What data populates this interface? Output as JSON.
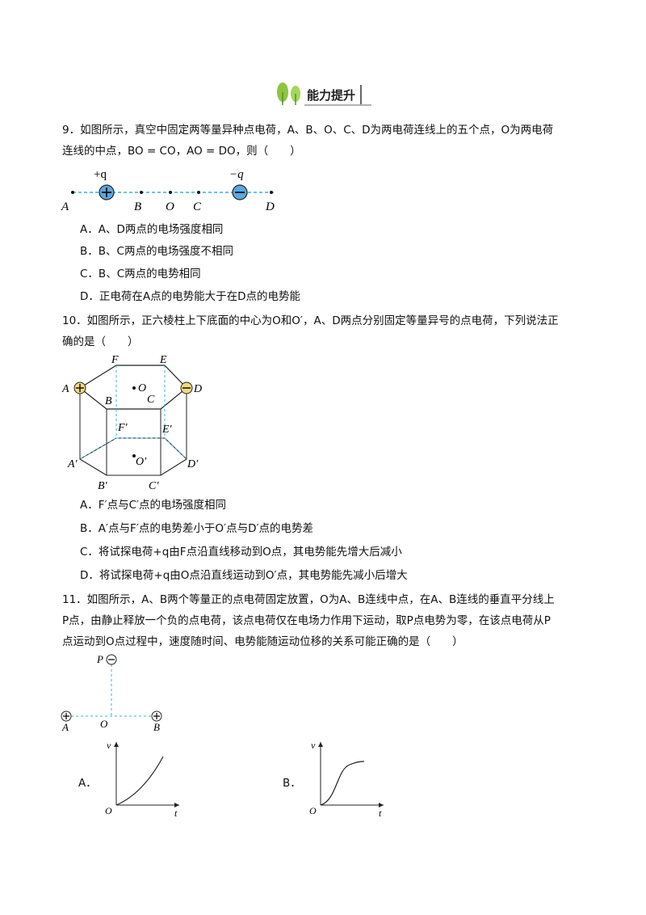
{
  "header": {
    "badge_text": "能力提升"
  },
  "q9": {
    "stem_line1": "9．如图所示，真空中固定两等量异种点电荷，A、B、O、C、D为两电荷连线上的五个点，O为两电荷",
    "stem_line2": "连线的中点，BO = CO，AO = DO，则（　　）",
    "figure": {
      "charge_pos": "+q",
      "charge_neg": "−q",
      "points": [
        "A",
        "B",
        "O",
        "C",
        "D"
      ]
    },
    "options": [
      "A．A、D两点的电场强度相同",
      "B．B、C两点的电场强度不相同",
      "C．B、C两点的电势相同",
      "D．正电荷在A点的电势能大于在D点的电势能"
    ]
  },
  "q10": {
    "stem_line1": "10．如图所示，正六棱柱上下底面的中心为O和O′，A、D两点分别固定等量异号的点电荷，下列说法正",
    "stem_line2": "确的是（　　）",
    "figure": {
      "top_labels": [
        "F",
        "E",
        "A",
        "D",
        "B",
        "C",
        "O"
      ],
      "bottom_labels": [
        "F′",
        "E′",
        "A′",
        "D′",
        "B′",
        "C′",
        "O′"
      ]
    },
    "options": [
      "A．F′点与C′点的电场强度相同",
      "B．A′点与F′点的电势差小于O′点与D′点的电势差",
      "C．将试探电荷+q由F点沿直线移动到O点，其电势能先增大后减小",
      "D．将试探电荷+q由O点沿直线运动到O′点，其电势能先减小后增大"
    ]
  },
  "q11": {
    "stem_line1": "11．如图所示，A、B两个等量正的点电荷固定放置，O为A、B连线中点，在A、B连线的垂直平分线上",
    "stem_line2": "P点，由静止释放一个负的点电荷，该点电荷仅在电场力作用下运动，取P点电势为零，在该点电荷从P",
    "stem_line3": "点运动到O点过程中，速度随时间、电势能随运动位移的关系可能正确的是（　　）",
    "figure": {
      "labels": [
        "P",
        "O",
        "A",
        "B"
      ]
    },
    "graph_a": {
      "label": "A．",
      "y_axis": "v",
      "x_axis": "t",
      "origin": "O"
    },
    "graph_b": {
      "label": "B．",
      "y_axis": "v",
      "x_axis": "t",
      "origin": "O"
    }
  }
}
